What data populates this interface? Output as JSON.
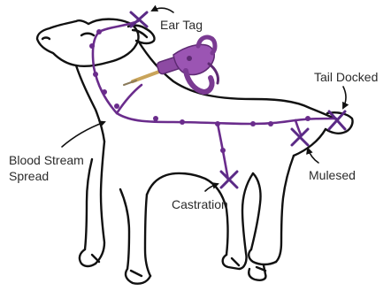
{
  "labels": {
    "ear_tag": "Ear Tag",
    "tail_docked": "Tail Docked",
    "blood_stream_line1": "Blood Stream",
    "blood_stream_line2": "Spread",
    "mulesed": "Mulesed",
    "castration": "Castration"
  },
  "colors": {
    "outline": "#111111",
    "spread_line": "#6a2c8c",
    "marker": "#5b2a86",
    "injector": "#8d4aa3",
    "injector_dark": "#5e2a73",
    "needle": "#c9a45a"
  },
  "icons": {
    "subject": "lamb-outline-icon",
    "tool": "injector-gun-icon"
  }
}
